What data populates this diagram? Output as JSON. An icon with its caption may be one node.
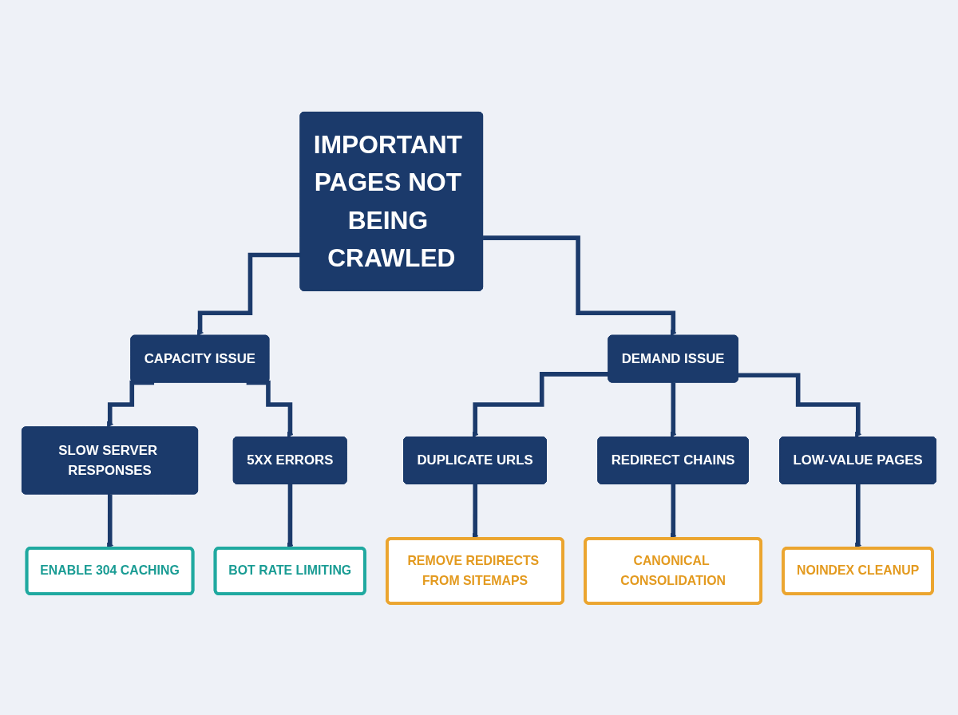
{
  "diagram": {
    "nodes": [
      {
        "text": [
          "IMPORTANT PAGES NOT BEING CRAWLED"
        ]
      },
      {
        "text": [
          "CAPACITY ISSUE"
        ]
      },
      {
        "text": [
          "DEMAND ISSUE"
        ]
      },
      {
        "text": [
          "SLOW SERVER RESPONSES"
        ]
      },
      {
        "text": [
          "5XX ERRORS"
        ]
      },
      {
        "text": [
          "DUPLICATE URLS"
        ]
      },
      {
        "text": [
          "REDIRECT CHAINS"
        ]
      },
      {
        "text": [
          "LOW-VALUE PAGES"
        ]
      },
      {
        "text": [
          "ENABLE 304 CACHING"
        ]
      },
      {
        "text": [
          "BOT RATE LIMITING"
        ]
      },
      {
        "text": [
          "REMOVE REDIRECTS FROM SITEMAPS"
        ]
      },
      {
        "text": [
          "CANONICAL CONSOLIDATION"
        ]
      },
      {
        "text": [
          "NOINDEX CLEANUP"
        ]
      }
    ],
    "edges": [
      {
        "from": 0,
        "to": 1,
        "arrow": "to"
      },
      {
        "from": 0,
        "to": 2,
        "arrow": "to"
      },
      {
        "from": 1,
        "to": 3,
        "arrow": "to"
      },
      {
        "from": 1,
        "to": 4,
        "arrow": "to"
      },
      {
        "from": 2,
        "to": 5,
        "arrow": "to"
      },
      {
        "from": 2,
        "to": 6,
        "arrow": "to"
      },
      {
        "from": 2,
        "to": 7,
        "arrow": "to"
      },
      {
        "from": 3,
        "to": 8,
        "arrow": "to"
      },
      {
        "from": 4,
        "to": 9,
        "arrow": "to"
      },
      {
        "from": 5,
        "to": 10,
        "arrow": "to"
      },
      {
        "from": 6,
        "to": 11,
        "arrow": "to"
      },
      {
        "from": 7,
        "to": 12,
        "arrow": "to"
      }
    ]
  }
}
